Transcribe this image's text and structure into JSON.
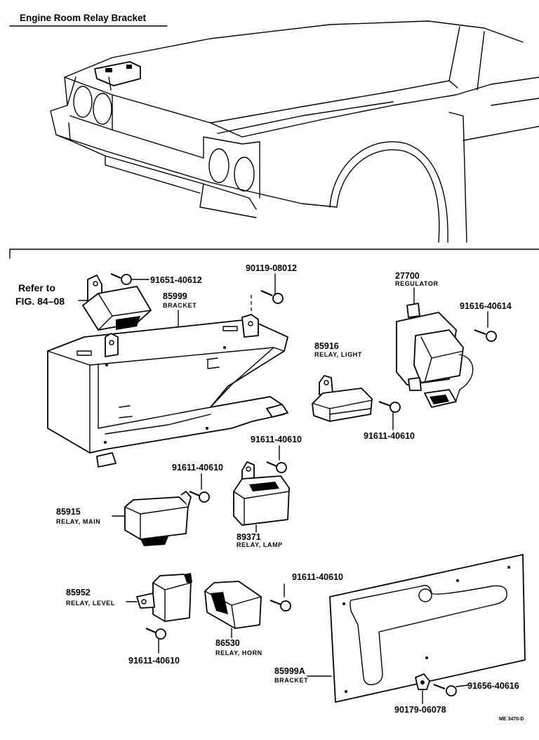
{
  "title": "Engine Room Relay Bracket",
  "reference": {
    "line1": "Refer to",
    "line2": "FIG. 84–08"
  },
  "parts": {
    "bolt_91651": "91651-40612",
    "bolt_90119": "90119-08012",
    "bracket_85999": {
      "number": "85999",
      "name": "BRACKET"
    },
    "regulator_27700": {
      "number": "27700",
      "name": "REGULATOR"
    },
    "bolt_91616": "91616-40614",
    "relay_light": {
      "number": "85916",
      "name": "RELAY, LIGHT"
    },
    "bolt_light": "91611-40610",
    "bolt_lamp": "91611-40610",
    "bolt_main": "91611-40610",
    "relay_main": {
      "number": "85915",
      "name": "RELAY, MAIN"
    },
    "relay_lamp": {
      "number": "89371",
      "name": "RELAY, LAMP"
    },
    "bolt_horn": "91611-40610",
    "relay_level": {
      "number": "85952",
      "name": "RELAY, LEVEL"
    },
    "relay_horn": {
      "number": "86530",
      "name": "RELAY, HORN"
    },
    "bolt_level": "91611-40610",
    "bracket_85999A": {
      "number": "85999A",
      "name": "BRACKET"
    },
    "bolt_91656": "91656-40616",
    "nut_90179": "90179-06078"
  },
  "drawing_code": "ME 3470-D"
}
